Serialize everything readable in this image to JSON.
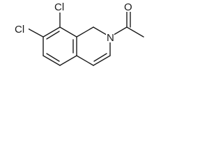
{
  "molecule": {
    "atom_labels": {
      "cl_top": "Cl",
      "cl_left": "Cl",
      "nitrogen": "N",
      "oxygen": "O"
    }
  }
}
